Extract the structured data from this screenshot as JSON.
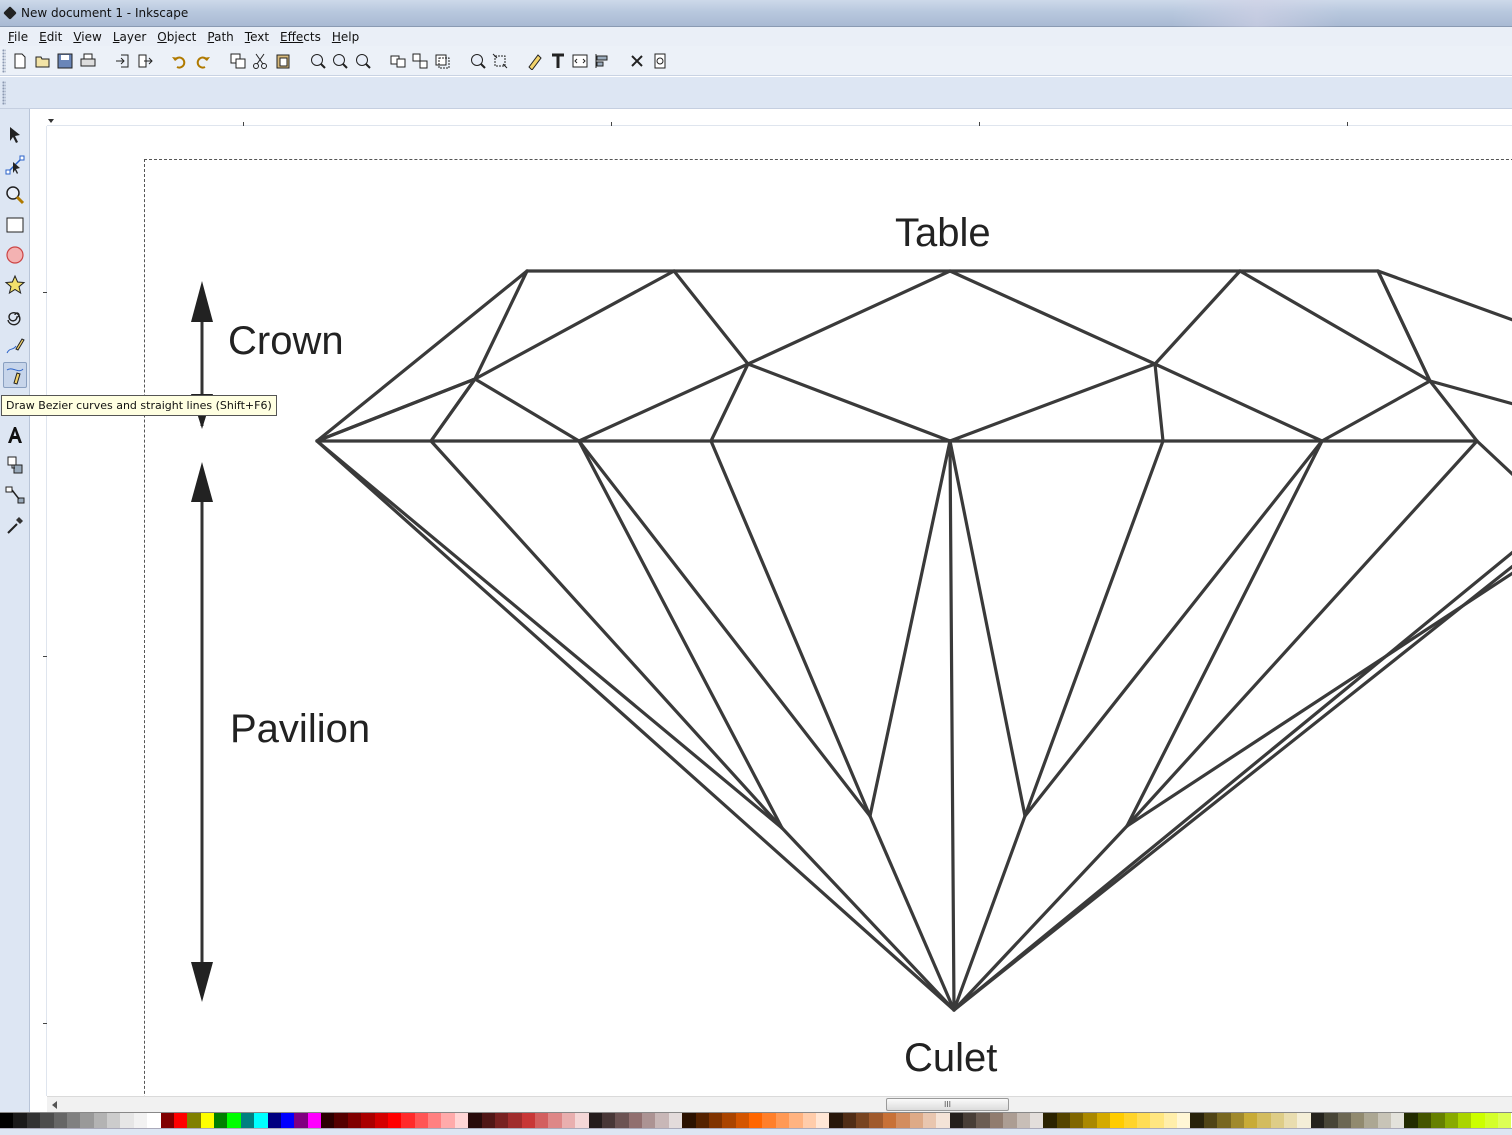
{
  "window": {
    "title": "New document 1 - Inkscape"
  },
  "menubar": {
    "items": [
      {
        "first": "F",
        "rest": "ile"
      },
      {
        "first": "E",
        "rest": "dit"
      },
      {
        "first": "V",
        "rest": "iew"
      },
      {
        "first": "L",
        "rest": "ayer"
      },
      {
        "first": "O",
        "rest": "bject"
      },
      {
        "first": "P",
        "rest": "ath"
      },
      {
        "first": "T",
        "rest": "ext"
      },
      {
        "first": "Effe",
        "rest": "cts"
      },
      {
        "first": "H",
        "rest": "elp"
      }
    ]
  },
  "commands": [
    "new-document-icon",
    "open-icon",
    "save-icon",
    "print-icon",
    "import-icon",
    "export-icon",
    "undo-icon",
    "redo-icon",
    "duplicate-icon",
    "cut-icon",
    "paste-icon",
    "zoom-selection-icon",
    "zoom-drawing-icon",
    "zoom-page-icon",
    "group-icon",
    "ungroup-icon",
    "clone-icon",
    "zoom-fit-icon",
    "transform-icon",
    "fill-stroke-icon",
    "text-font-icon",
    "xml-editor-icon",
    "align-icon",
    "preferences-icon",
    "document-properties-icon"
  ],
  "tools": [
    "selector-tool",
    "node-tool",
    "zoom-tool",
    "rectangle-tool",
    "ellipse-tool",
    "star-tool",
    "spiral-tool",
    "pencil-tool",
    "bezier-pen-tool",
    "calligraphy-tool",
    "text-tool",
    "spray-tool",
    "connector-tool",
    "dropper-tool"
  ],
  "active_tool": "bezier-pen-tool",
  "tooltip": {
    "text": "Draw Bezier curves and straight lines (Shift+F6)"
  },
  "drawing": {
    "labels": {
      "table": "Table",
      "crown": "Crown",
      "pavilion": "Pavilion",
      "culet": "Culet"
    },
    "line_color": "#3a3a3a"
  },
  "scrollbar": {
    "thumb_grip": "III"
  },
  "palette": [
    "#000000",
    "#1a1a1a",
    "#333333",
    "#4d4d4d",
    "#666666",
    "#808080",
    "#999999",
    "#b3b3b3",
    "#cccccc",
    "#e6e6e6",
    "#f2f2f2",
    "#ffffff",
    "#800000",
    "#ff0000",
    "#808000",
    "#ffff00",
    "#008000",
    "#00ff00",
    "#008080",
    "#00ffff",
    "#000080",
    "#0000ff",
    "#800080",
    "#ff00ff",
    "#2b0000",
    "#550000",
    "#800000",
    "#aa0000",
    "#d40000",
    "#ff0000",
    "#ff2a2a",
    "#ff5555",
    "#ff8080",
    "#ffaaaa",
    "#ffd5d5",
    "#280b0b",
    "#501616",
    "#782121",
    "#a02c2c",
    "#c83737",
    "#d35f5f",
    "#de8787",
    "#e9afaf",
    "#f4d7d7",
    "#241c1c",
    "#483737",
    "#6c5353",
    "#916f6f",
    "#ac9393",
    "#c8b7b7",
    "#e3dbdb",
    "#2b1100",
    "#552200",
    "#803300",
    "#aa4400",
    "#d45500",
    "#ff6600",
    "#ff7f2a",
    "#ff9955",
    "#ffb380",
    "#ffccaa",
    "#ffe6d5",
    "#28170b",
    "#502d16",
    "#784421",
    "#a05a2c",
    "#c87137",
    "#d38d5f",
    "#deaa87",
    "#e9c6af",
    "#f4e3d7",
    "#241f1c",
    "#483e37",
    "#6c5d53",
    "#917c6f",
    "#ac9d93",
    "#c8beb7",
    "#e3dedb",
    "#2b2200",
    "#554400",
    "#806600",
    "#aa8800",
    "#d4aa00",
    "#ffcc00",
    "#ffd42a",
    "#ffdd55",
    "#ffe680",
    "#ffeeaa",
    "#fff6d5",
    "#28220b",
    "#504416",
    "#786721",
    "#a0892c",
    "#c8ab37",
    "#d3bc5f",
    "#decd87",
    "#e9ddaf",
    "#f4eed7",
    "#24221c",
    "#484537",
    "#6c6753",
    "#918a6f",
    "#aca793",
    "#c8c4b7",
    "#e3e2db",
    "#222b00",
    "#445500",
    "#668000",
    "#88aa00",
    "#aad400",
    "#ccff00",
    "#d4ff2a",
    "#ddff55"
  ]
}
